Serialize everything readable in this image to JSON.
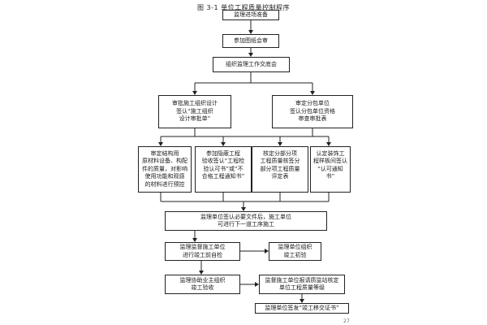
{
  "caption": "图 3-1    单位工程质量控制程序",
  "nodes": {
    "entry_prep": "监理进场准备",
    "drawing_review": "参加图纸会审",
    "supervision_briefing": "组织监理工作交底会",
    "approve_org_design": "审批施工组织设计\n签认“施工组织\n设计审批单”",
    "subcontractor_review": "审定分包单位\n签认分包单位资格\n审查审批表",
    "material_inspection": "审定结构用\n原材料设备、构配\n件的质量，对影响\n使用功能和观感\n的材料进行预控",
    "hidden_works": "参加隐蔽工程\n验收签认“工程检\n验认可书”或“不\n合格工程通知书”",
    "division_quality": "核定分部分项\n工程质量核签分\n部分项工程质量\n评定表",
    "decoration_sample": "认定装饰工\n程样板间签认\n“认可通知书”",
    "sign_docs_next": "监理单位签认必要文件后，施工单位\n可进行下一道工序施工",
    "self_inspection": "监理监督施工单位\n进行竣工前自检",
    "completion_preacceptance": "监理单位组织\n竣工初验",
    "assist_acceptance": "监理协助业主组织\n竣工验收",
    "quality_grade_review": "监督施工单位报请质监站核定\n单位工程质量等级",
    "issue_certificate": "监理单位签发“竣工移交证书”"
  },
  "page_number": "27"
}
